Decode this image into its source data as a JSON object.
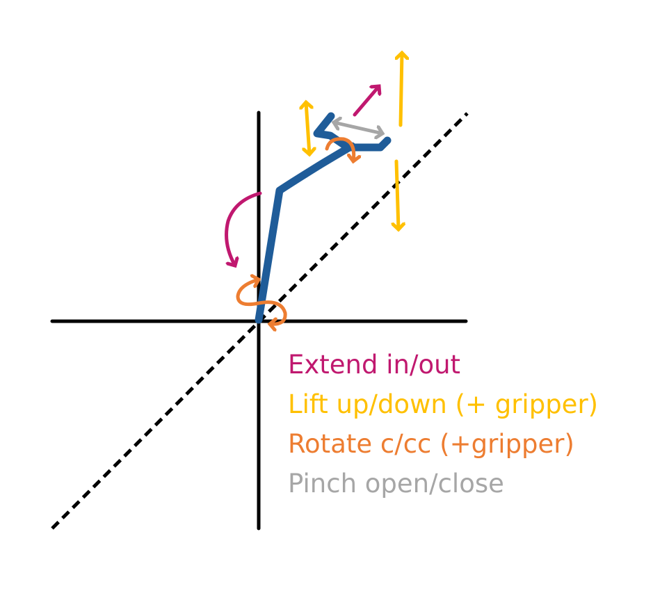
{
  "colors": {
    "axis": "#000000",
    "arm": "#1f5c99",
    "extend": "#c0186f",
    "lift": "#ffc000",
    "rotate": "#ed7d31",
    "pinch": "#a6a6a6"
  },
  "legend": {
    "extend": "Extend in/out",
    "lift": "Lift up/down (+ gripper)",
    "rotate": "Rotate c/cc (+gripper)",
    "pinch": "Pinch open/close"
  }
}
